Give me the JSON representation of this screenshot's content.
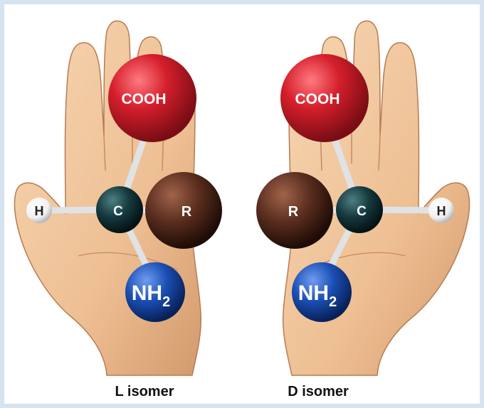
{
  "colors": {
    "skin": "#f0c79e",
    "skin_shadow": "#c98f63",
    "cooh": "#d51f2c",
    "r_group": "#5b2e1f",
    "carbon": "#163b40",
    "nh2": "#1b4fb4",
    "hydrogen": "#f4f4f4",
    "bond": "#dfe3e6"
  },
  "left_model": {
    "caption": "L isomer",
    "cooh": "COOH",
    "carbon": "C",
    "r_group": "R",
    "hydrogen": "H",
    "nh2_base": "NH",
    "nh2_sub": "2"
  },
  "right_model": {
    "caption": "D isomer",
    "cooh": "COOH",
    "carbon": "C",
    "r_group": "R",
    "hydrogen": "H",
    "nh2_base": "NH",
    "nh2_sub": "2"
  }
}
